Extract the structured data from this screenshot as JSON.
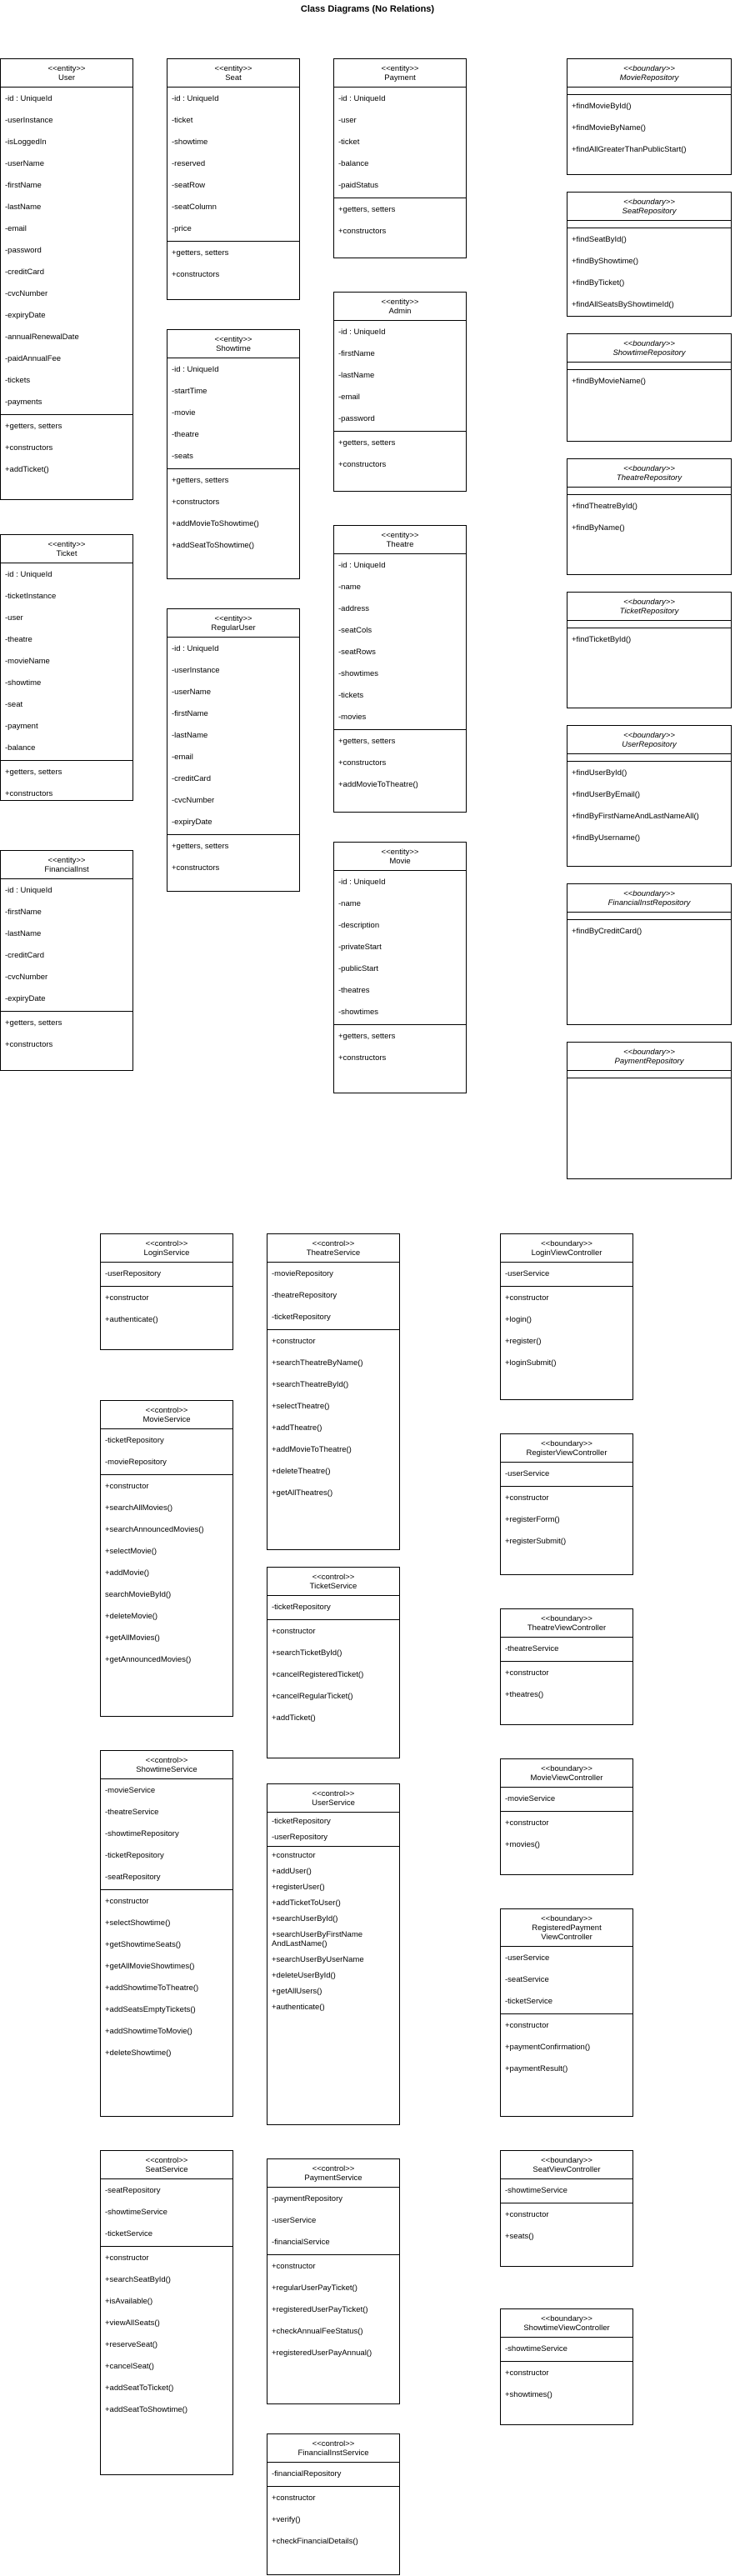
{
  "title": "Class Diagrams (No Relations)",
  "classes": [
    {
      "id": "user",
      "stereotype": "<<entity>>",
      "name": "User",
      "attributes": [
        "-id : UniqueId",
        "-userInstance",
        "-isLoggedIn",
        "-userName",
        "-firstName",
        "-lastName",
        "-email",
        "-password",
        "-creditCard",
        "-cvcNumber",
        "-expiryDate",
        "-annualRenewalDate",
        "-paidAnnualFee",
        "-tickets",
        "-payments"
      ],
      "methods": [
        "+getters, setters",
        "+constructors",
        "+addTicket()"
      ]
    },
    {
      "id": "ticket",
      "stereotype": "<<entity>>",
      "name": "Ticket",
      "attributes": [
        "-id : UniqueId",
        "-ticketInstance",
        "-user",
        "-theatre",
        "-movieName",
        "-showtime",
        "-seat",
        "-payment",
        "-balance"
      ],
      "methods": [
        "+getters, setters",
        "+constructors"
      ]
    },
    {
      "id": "financialinst",
      "stereotype": "<<entity>>",
      "name": "FinancialInst",
      "attributes": [
        "-id : UniqueId",
        "-firstName",
        "-lastName",
        "-creditCard",
        "-cvcNumber",
        "-expiryDate"
      ],
      "methods": [
        "+getters, setters",
        "+constructors"
      ]
    },
    {
      "id": "seat",
      "stereotype": "<<entity>>",
      "name": "Seat",
      "attributes": [
        "-id : UniqueId",
        "-ticket",
        "-showtime",
        "-reserved",
        "-seatRow",
        "-seatColumn",
        "-price"
      ],
      "methods": [
        "+getters, setters",
        "+constructors"
      ]
    },
    {
      "id": "showtime",
      "stereotype": "<<entity>>",
      "name": "Showtime",
      "attributes": [
        "-id : UniqueId",
        "-startTime",
        "-movie",
        "-theatre",
        "-seats"
      ],
      "methods": [
        "+getters, setters",
        "+constructors",
        "+addMovieToShowtime()",
        "+addSeatToShowtime()"
      ]
    },
    {
      "id": "regularuser",
      "stereotype": "<<entity>>",
      "name": "RegularUser",
      "attributes": [
        "-id : UniqueId",
        "-userInstance",
        "-userName",
        "-firstName",
        "-lastName",
        "-email",
        "-creditCard",
        "-cvcNumber",
        "-expiryDate"
      ],
      "methods": [
        "+getters, setters",
        "+constructors"
      ]
    },
    {
      "id": "payment",
      "stereotype": "<<entity>>",
      "name": "Payment",
      "attributes": [
        "-id : UniqueId",
        "-user",
        "-ticket",
        "-balance",
        "-paidStatus"
      ],
      "methods": [
        "+getters, setters",
        "+constructors"
      ]
    },
    {
      "id": "admin",
      "stereotype": "<<entity>>",
      "name": "Admin",
      "attributes": [
        "-id : UniqueId",
        "-firstName",
        "-lastName",
        "-email",
        "-password"
      ],
      "methods": [
        "+getters, setters",
        "+constructors"
      ]
    },
    {
      "id": "theatre",
      "stereotype": "<<entity>>",
      "name": "Theatre",
      "attributes": [
        "-id : UniqueId",
        "-name",
        "-address",
        "-seatCols",
        "-seatRows",
        "-showtimes",
        "-tickets",
        "-movies"
      ],
      "methods": [
        "+getters, setters",
        "+constructors",
        "+addMovieToTheatre()"
      ]
    },
    {
      "id": "movie",
      "stereotype": "<<entity>>",
      "name": "Movie",
      "attributes": [
        "-id : UniqueId",
        "-name",
        "-description",
        "-privateStart",
        "-publicStart",
        "-theatres",
        "-showtimes"
      ],
      "methods": [
        "+getters, setters",
        "+constructors"
      ]
    },
    {
      "id": "movierepo",
      "stereotype": "<<boundary>>",
      "name": "MovieRepository",
      "attributes": [],
      "methods": [
        "+findMovieById()",
        "+findMovieByName()",
        "+findAllGreaterThanPublicStart()"
      ]
    },
    {
      "id": "seatrepo",
      "stereotype": "<<boundary>>",
      "name": "SeatRepository",
      "attributes": [],
      "methods": [
        "+findSeatById()",
        "+findByShowtime()",
        "+findByTicket()",
        "+findAllSeatsByShowtimeId()"
      ]
    },
    {
      "id": "showtimerepo",
      "stereotype": "<<boundary>>",
      "name": "ShowtimeRepository",
      "attributes": [],
      "methods": [
        "+findByMovieName()"
      ]
    },
    {
      "id": "theatrerepo",
      "stereotype": "<<boundary>>",
      "name": "TheatreRepository",
      "attributes": [],
      "methods": [
        "+findTheatreById()",
        "+findByName()"
      ]
    },
    {
      "id": "ticketrepo",
      "stereotype": "<<boundary>>",
      "name": "TicketRepository",
      "attributes": [],
      "methods": [
        "+findTicketById()"
      ]
    },
    {
      "id": "userrepo",
      "stereotype": "<<boundary>>",
      "name": "UserRepository",
      "attributes": [],
      "methods": [
        "+findUserById()",
        "+findUserByEmail()",
        "+findByFirstNameAndLastNameAll()",
        "+findByUsername()"
      ]
    },
    {
      "id": "financialrepo",
      "stereotype": "<<boundary>>",
      "name": "FinancialInstRepository",
      "attributes": [],
      "methods": [
        "+findByCreditCard()"
      ]
    },
    {
      "id": "paymentrepo",
      "stereotype": "<<boundary>>",
      "name": "PaymentRepository",
      "attributes": [],
      "methods": []
    },
    {
      "id": "loginservice",
      "stereotype": "<<control>>",
      "name": "LoginService",
      "attributes": [
        "-userRepository"
      ],
      "methods": [
        "+constructor",
        "+authenticate()"
      ]
    },
    {
      "id": "movieservice",
      "stereotype": "<<control>>",
      "name": "MovieService",
      "attributes": [
        "-ticketRepository",
        "-movieRepository"
      ],
      "methods": [
        "+constructor",
        "+searchAllMovies()",
        "+searchAnnouncedMovies()",
        "+selectMovie()",
        "+addMovie()",
        "searchMovieById()",
        "+deleteMovie()",
        "+getAllMovies()",
        "+getAnnouncedMovies()"
      ]
    },
    {
      "id": "showtimeservice",
      "stereotype": "<<control>>",
      "name": "ShowtimeService",
      "attributes": [
        "-movieService",
        "-theatreService",
        "-showtimeRepository",
        "-ticketRepository",
        "-seatRepository"
      ],
      "methods": [
        "+constructor",
        "+selectShowtime()",
        "+getShowtimeSeats()",
        "+getAllMovieShowtimes()",
        "+addShowtimeToTheatre()",
        "+addSeatsEmptyTickets()",
        "+addShowtimeToMovie()",
        "+deleteShowtime()"
      ]
    },
    {
      "id": "seatservice",
      "stereotype": "<<control>>",
      "name": "SeatService",
      "attributes": [
        "-seatRepository",
        "-showtimeService",
        "-ticketService"
      ],
      "methods": [
        "+constructor",
        "+searchSeatById()",
        "+isAvailable()",
        "+viewAllSeats()",
        "+reserveSeat()",
        "+cancelSeat()",
        "+addSeatToTicket()",
        "+addSeatToShowtime()"
      ]
    },
    {
      "id": "theatreservice",
      "stereotype": "<<control>>",
      "name": "TheatreService",
      "attributes": [
        "-movieRepository",
        "-theatreRepository",
        "-ticketRepository"
      ],
      "methods": [
        "+constructor",
        "+searchTheatreByName()",
        "+searchTheatreById()",
        "+selectTheatre()",
        "+addTheatre()",
        "+addMovieToTheatre()",
        "+deleteTheatre()",
        "+getAllTheatres()"
      ]
    },
    {
      "id": "ticketservice",
      "stereotype": "<<control>>",
      "name": "TicketService",
      "attributes": [
        "-ticketRepository"
      ],
      "methods": [
        "+constructor",
        "+searchTicketById()",
        "+cancelRegisteredTicket()",
        "+cancelRegularTicket()",
        "+addTicket()"
      ]
    },
    {
      "id": "userservice",
      "stereotype": "<<control>>",
      "name": "UserService",
      "attributes": [
        "-ticketRepository",
        "-userRepository"
      ],
      "methods": [
        "+constructor",
        "+addUser()",
        "+registerUser()",
        "+addTicketToUser()",
        "+searchUserById()",
        "+searchUserByFirstName\nAndLastName()",
        "+searchUserByUserName",
        "+deleteUserById()",
        "+getAllUsers()",
        "+authenticate()"
      ]
    },
    {
      "id": "paymentservice",
      "stereotype": "<<control>>",
      "name": "PaymentService",
      "attributes": [
        "-paymentRepository",
        "-userService",
        "-financialService"
      ],
      "methods": [
        "+constructor",
        "+regularUserPayTicket()",
        "+registeredUserPayTicket()",
        "+checkAnnualFeeStatus()",
        "+registeredUserPayAnnual()"
      ]
    },
    {
      "id": "financialinstservice",
      "stereotype": "<<control>>",
      "name": "FinancialInstService",
      "attributes": [
        "-financialRepository"
      ],
      "methods": [
        "+constructor",
        "+verify()",
        "+checkFinancialDetails()"
      ]
    },
    {
      "id": "loginviewcontroller",
      "stereotype": "<<boundary>>",
      "name": "LoginViewController",
      "attributes": [
        "-userService"
      ],
      "methods": [
        "+constructor",
        "+login()",
        "+register()",
        "+loginSubmit()"
      ]
    },
    {
      "id": "registerviewcontroller",
      "stereotype": "<<boundary>>",
      "name": "RegisterViewController",
      "attributes": [
        "-userService"
      ],
      "methods": [
        "+constructor",
        "+registerForm()",
        "+registerSubmit()"
      ]
    },
    {
      "id": "theatreviewcontroller",
      "stereotype": "<<boundary>>",
      "name": "TheatreViewController",
      "attributes": [
        "-theatreService"
      ],
      "methods": [
        "+constructor",
        "+theatres()"
      ]
    },
    {
      "id": "movieviewcontroller",
      "stereotype": "<<boundary>>",
      "name": "MovieViewController",
      "attributes": [
        "-movieService"
      ],
      "methods": [
        "+constructor",
        "+movies()"
      ]
    },
    {
      "id": "registeredpaymentviewcontroller",
      "stereotype": "<<boundary>>",
      "name": "RegisteredPayment\nViewController",
      "attributes": [
        "-userService",
        "-seatService",
        "-ticketService"
      ],
      "methods": [
        "+constructor",
        "+paymentConfirmation()",
        "+paymentResult()"
      ]
    },
    {
      "id": "seatviewcontroller",
      "stereotype": "<<boundary>>",
      "name": "SeatViewController",
      "attributes": [
        "-showtimeService"
      ],
      "methods": [
        "+constructor",
        "+seats()"
      ]
    },
    {
      "id": "showtimeviewcontroller",
      "stereotype": "<<boundary>>",
      "name": "ShowtimeViewController",
      "attributes": [
        "-showtimeService"
      ],
      "methods": [
        "+constructor",
        "+showtimes()"
      ]
    }
  ]
}
